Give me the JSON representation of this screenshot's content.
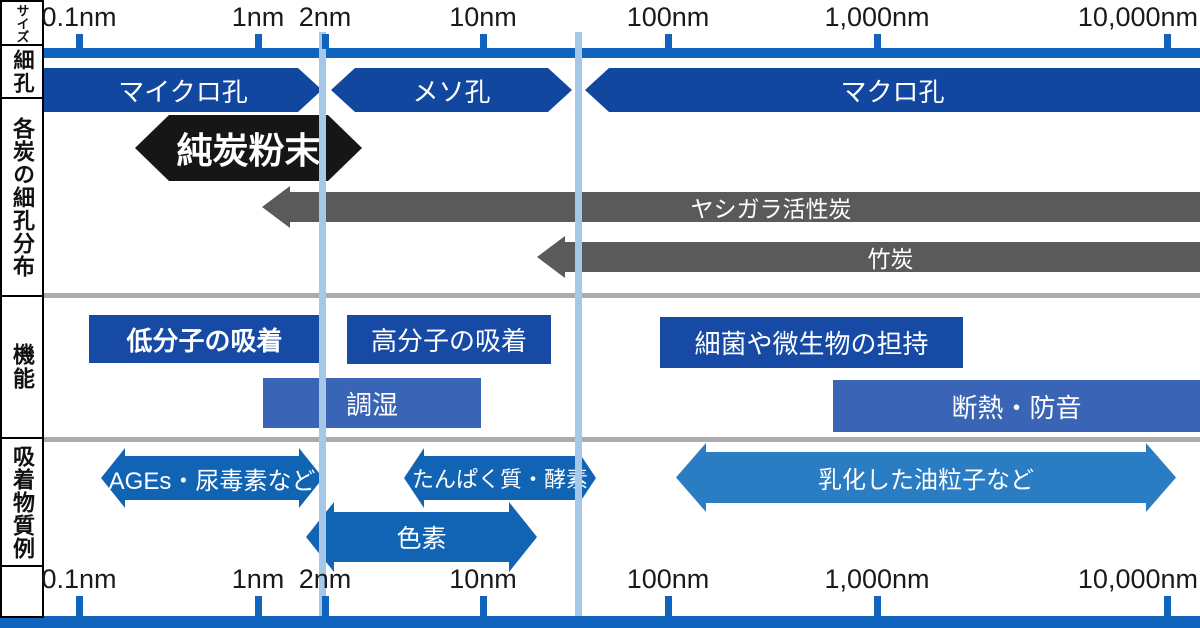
{
  "title_column": {
    "size": "サイズ",
    "pore": "細孔",
    "distribution": "各炭の細孔分布",
    "function": "機能",
    "adsorbate": "吸着物質例"
  },
  "scale": {
    "tick_labels": [
      "0.1nm",
      "1nm",
      "2nm",
      "10nm",
      "100nm",
      "1,000nm",
      "10,000nm"
    ]
  },
  "pore_row": {
    "micro": "マイクロ孔",
    "meso": "メソ孔",
    "macro": "マクロ孔"
  },
  "distribution_row": {
    "pure_charcoal": "純炭粉末",
    "coconut_activated": "ヤシガラ活性炭",
    "bamboo": "竹炭"
  },
  "function_row": {
    "small_molecule": "低分子の吸着",
    "polymer": "高分子の吸着",
    "humidity": "調湿",
    "microbe": "細菌や微生物の担持",
    "insulation": "断熱・防音"
  },
  "adsorbate_row": {
    "ages": "AGEs・尿毒素など",
    "protein": "たんぱく質・酵素",
    "pigment": "色素",
    "oil": "乳化した油粒子など"
  },
  "colors": {
    "scale_blue": "#1164be",
    "pore_navy": "#11479e",
    "box_dark_blue": "#164aa5",
    "box_medium_blue": "#3a64b5",
    "adsorbate_blue": "#1163b3",
    "oil_light_blue": "#2a7cc3",
    "gray_arrow": "#5a5a5a",
    "black_arrow": "#161616",
    "guide_line_blue": "#a5c8e8",
    "divider_gray": "#ababab"
  }
}
